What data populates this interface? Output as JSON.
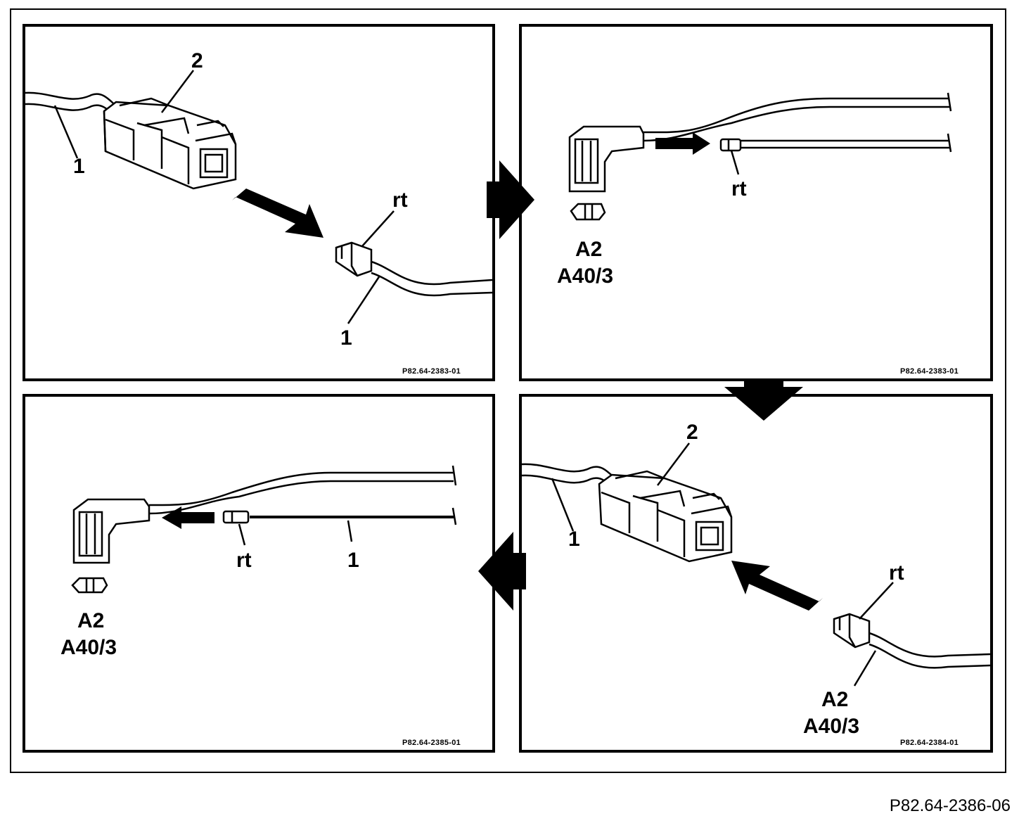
{
  "figure_id": "P82.64-2386-06",
  "panels": [
    {
      "code": "P82.64-2383-01",
      "labels": {
        "wire_top": "1",
        "connector": "2",
        "terminal": "rt",
        "wire_bottom": "1"
      }
    },
    {
      "code": "P82.64-2383-01",
      "labels": {
        "terminal": "rt",
        "component_a": "A2",
        "component_b": "A40/3"
      }
    },
    {
      "code": "P82.64-2385-01",
      "labels": {
        "terminal": "rt",
        "wire": "1",
        "component_a": "A2",
        "component_b": "A40/3"
      }
    },
    {
      "code": "P82.64-2384-01",
      "labels": {
        "wire": "1",
        "connector": "2",
        "terminal": "rt",
        "component_a": "A2",
        "component_b": "A40/3"
      }
    }
  ],
  "icons": [
    "arrow-right-icon",
    "arrow-down-icon",
    "arrow-left-icon",
    "insertion-arrow-icon",
    "connector-icon",
    "terminal-icon",
    "ground-symbol-icon"
  ]
}
